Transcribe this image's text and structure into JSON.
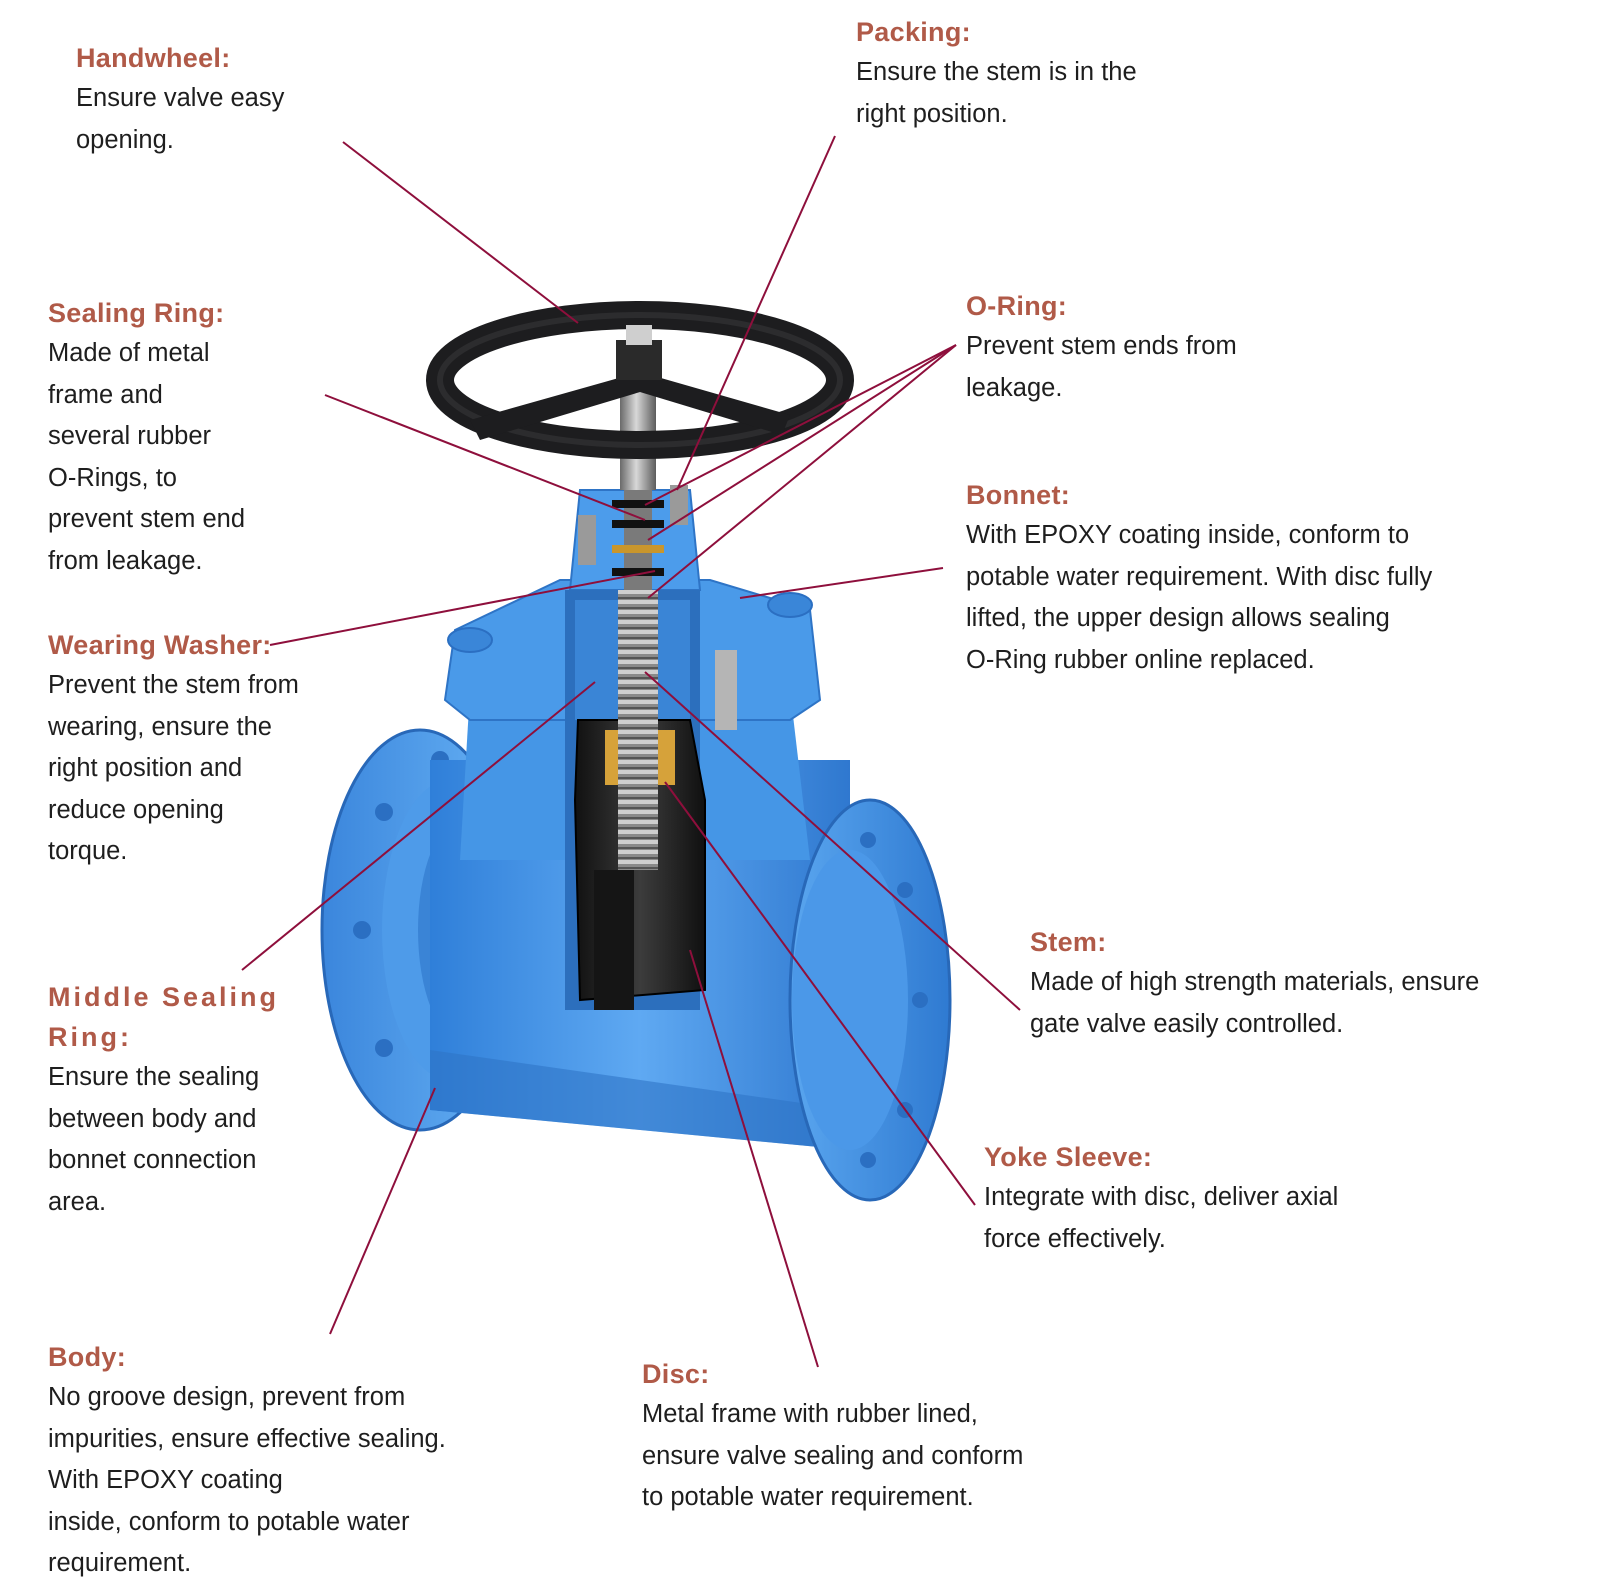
{
  "colors": {
    "callout_title": "#b05a48",
    "leader_line": "#8e0f3c",
    "valve_body": "#3f8ee3",
    "valve_body_light": "#6eb5f6",
    "handwheel": "#1d1d1f",
    "stem": "#8c8c8c",
    "disc": "#222222",
    "yoke_sleeve": "#d6a23a"
  },
  "labels": {
    "handwheel": {
      "title": "Handwheel:",
      "desc": "Ensure valve easy\nopening."
    },
    "packing": {
      "title": "Packing:",
      "desc": "Ensure the stem is in the\nright position."
    },
    "sealing_ring": {
      "title": "Sealing Ring:",
      "desc": "Made of metal\nframe and\nseveral rubber\nO-Rings, to\nprevent stem end\nfrom leakage."
    },
    "o_ring": {
      "title": "O-Ring:",
      "desc": "Prevent stem ends from\nleakage."
    },
    "bonnet": {
      "title": "Bonnet:",
      "desc": "With EPOXY coating inside, conform to\npotable water requirement. With disc fully\nlifted, the upper design allows sealing\nO-Ring rubber online replaced."
    },
    "wearing_washer": {
      "title": "Wearing Washer:",
      "desc": "Prevent the stem from\nwearing, ensure the\nright position and\nreduce opening\ntorque."
    },
    "middle_sealing": {
      "title": "Middle Sealing\nRing:",
      "desc": "Ensure the sealing\nbetween body and\nbonnet connection\narea."
    },
    "stem": {
      "title": "Stem:",
      "desc": "Made of high strength materials, ensure\ngate valve easily controlled."
    },
    "yoke_sleeve": {
      "title": "Yoke Sleeve:",
      "desc": "Integrate with disc, deliver axial\nforce effectively."
    },
    "body": {
      "title": "Body:",
      "desc": "No groove design, prevent from\nimpurities, ensure effective sealing.\nWith EPOXY coating\ninside, conform to potable water\nrequirement."
    },
    "disc": {
      "title": "Disc:",
      "desc": "Metal frame with rubber lined,\nensure valve sealing and conform\nto potable water requirement."
    }
  }
}
